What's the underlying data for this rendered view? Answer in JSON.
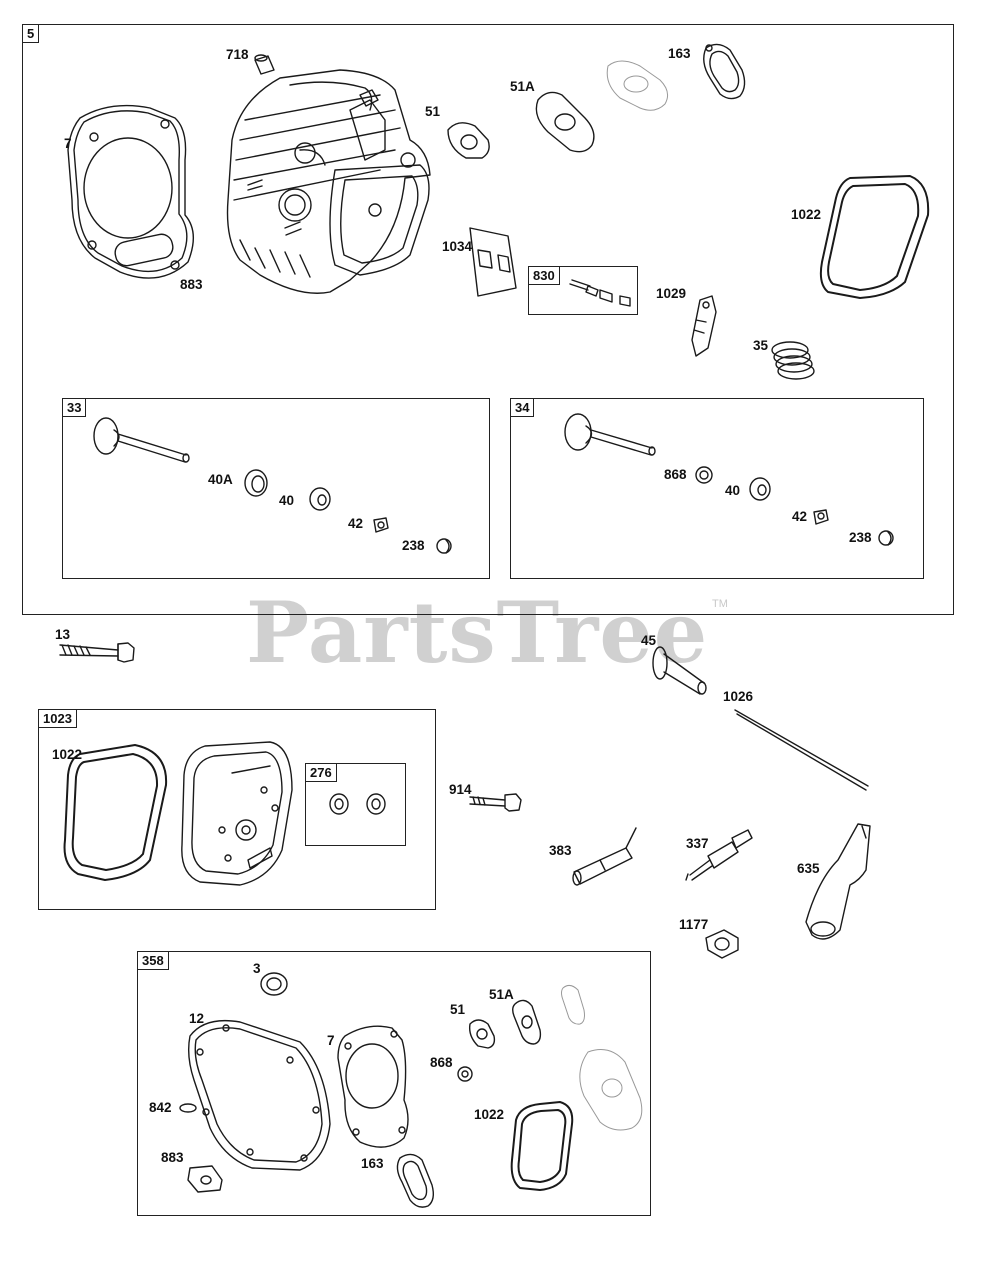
{
  "watermark": {
    "text": "PartsTree",
    "tm": "TM"
  },
  "boxes": {
    "b5": "5",
    "b33": "33",
    "b34": "34",
    "b830": "830",
    "b1023": "1023",
    "b276": "276",
    "b358": "358"
  },
  "labels": {
    "l718": "718",
    "l163a": "163",
    "l51Aa": "51A",
    "l51a": "51",
    "l7a": "7",
    "l1022a": "1022",
    "l1034": "1034",
    "l883a": "883",
    "l1029": "1029",
    "l35": "35",
    "l40Aa": "40A",
    "l40a": "40",
    "l42a": "42",
    "l238a": "238",
    "l868a": "868",
    "l40b": "40",
    "l42b": "42",
    "l238b": "238",
    "l13": "13",
    "l45": "45",
    "l1026": "1026",
    "l1022b": "1022",
    "l914": "914",
    "l383": "383",
    "l337": "337",
    "l635": "635",
    "l1177": "1177",
    "l3": "3",
    "l51Ab": "51A",
    "l12": "12",
    "l51b": "51",
    "l7b": "7",
    "l868b": "868",
    "l842": "842",
    "l1022c": "1022",
    "l883b": "883",
    "l163b": "163"
  }
}
